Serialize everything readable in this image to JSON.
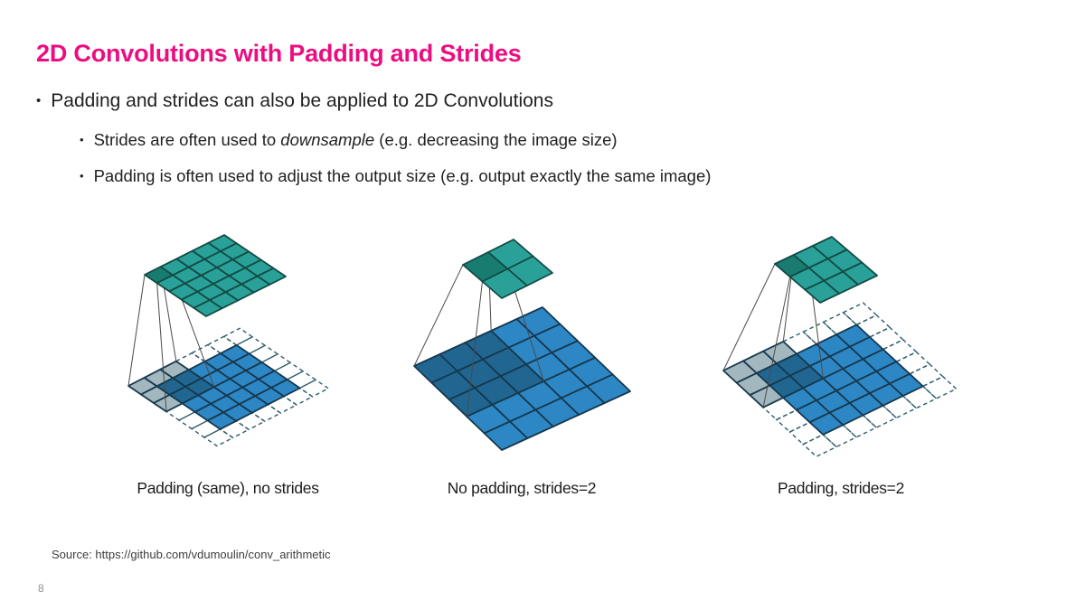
{
  "slide": {
    "title": "2D Convolutions with Padding and Strides",
    "bullets": [
      {
        "level": 1,
        "segments": [
          {
            "text": "Padding and strides can also be applied to 2D Convolutions"
          }
        ]
      },
      {
        "level": 2,
        "segments": [
          {
            "text": "Strides are often used to "
          },
          {
            "text": "downsample",
            "italic": true
          },
          {
            "text": " (e.g. decreasing the image size)"
          }
        ]
      },
      {
        "level": 2,
        "segments": [
          {
            "text": "Padding is often used to adjust the output size (e.g. output exactly the same image)"
          }
        ]
      }
    ],
    "source": "Source: https://github.com/vdumoulin/conv_arithmetic",
    "page_number": "8"
  },
  "diagrams": [
    {
      "caption": "Padding (same), no strides",
      "input_size": 5,
      "kernel_size": 3,
      "padding": 1,
      "stride": 1,
      "output_size": 5
    },
    {
      "caption": "No padding, strides=2",
      "input_size": 5,
      "kernel_size": 3,
      "padding": 0,
      "stride": 2,
      "output_size": 2
    },
    {
      "caption": "Padding, strides=2",
      "input_size": 5,
      "kernel_size": 3,
      "padding": 1,
      "stride": 2,
      "output_size": 3
    }
  ],
  "colors": {
    "title": "#ec0e80",
    "input_cell": "#2d87c5",
    "kernel_overlap_cell": "#206691",
    "padding_overlap_cell": "#a3b8be",
    "output_cell": "#2aa198",
    "output_active_cell": "#187c71",
    "grid_line": "#16384e",
    "output_grid_line": "#114b44",
    "padding_dash_line": "#2e5d6d",
    "projection_line": "#4a4a4a",
    "body_text": "#212121"
  }
}
